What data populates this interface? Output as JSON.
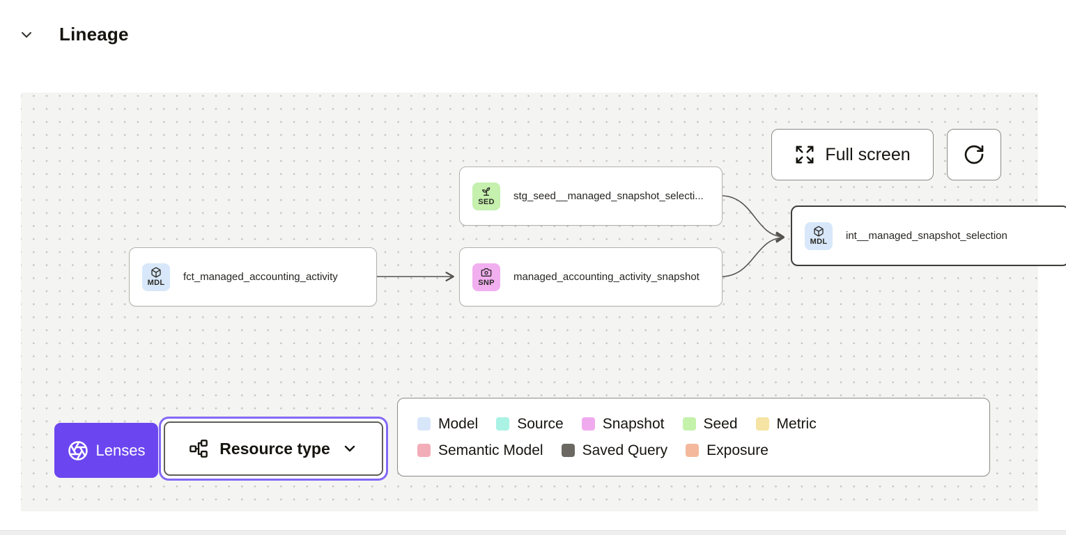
{
  "header": {
    "title": "Lineage",
    "collapse_icon": "chevron-down"
  },
  "toolbar": {
    "full_screen_label": "Full screen",
    "refresh_icon": "rotate-cw"
  },
  "canvas": {
    "nodes": [
      {
        "badge": "SED",
        "type": "seed",
        "label": "stg_seed__managed_snapshot_selecti...",
        "selected": false
      },
      {
        "badge": "MDL",
        "type": "model",
        "label": "fct_managed_accounting_activity",
        "selected": false
      },
      {
        "badge": "SNP",
        "type": "snapshot",
        "label": "managed_accounting_activity_snapshot",
        "selected": false
      },
      {
        "badge": "MDL",
        "type": "model",
        "label": "int__managed_snapshot_selection",
        "selected": true
      }
    ],
    "lenses_label": "Lenses",
    "resource_type_label": "Resource type"
  },
  "legend": {
    "rows": [
      [
        {
          "label": "Model",
          "color": "#d8e6fa"
        },
        {
          "label": "Source",
          "color": "#a9f2e4"
        },
        {
          "label": "Snapshot",
          "color": "#f0abef"
        },
        {
          "label": "Seed",
          "color": "#c4f2ab"
        },
        {
          "label": "Metric",
          "color": "#f5e4a4"
        }
      ],
      [
        {
          "label": "Semantic Model",
          "color": "#f2adb9"
        },
        {
          "label": "Saved Query",
          "color": "#6b6862"
        },
        {
          "label": "Exposure",
          "color": "#f4b99d"
        }
      ]
    ]
  },
  "colors": {
    "badge_model": "#d8e8fa",
    "badge_seed": "#c5f0ae",
    "badge_snapshot": "#f2aff0",
    "lenses_bg": "#6b46f0",
    "focus_ring": "#8468f5",
    "edge": "#55534f",
    "canvas_bg": "#f4f4f2"
  }
}
